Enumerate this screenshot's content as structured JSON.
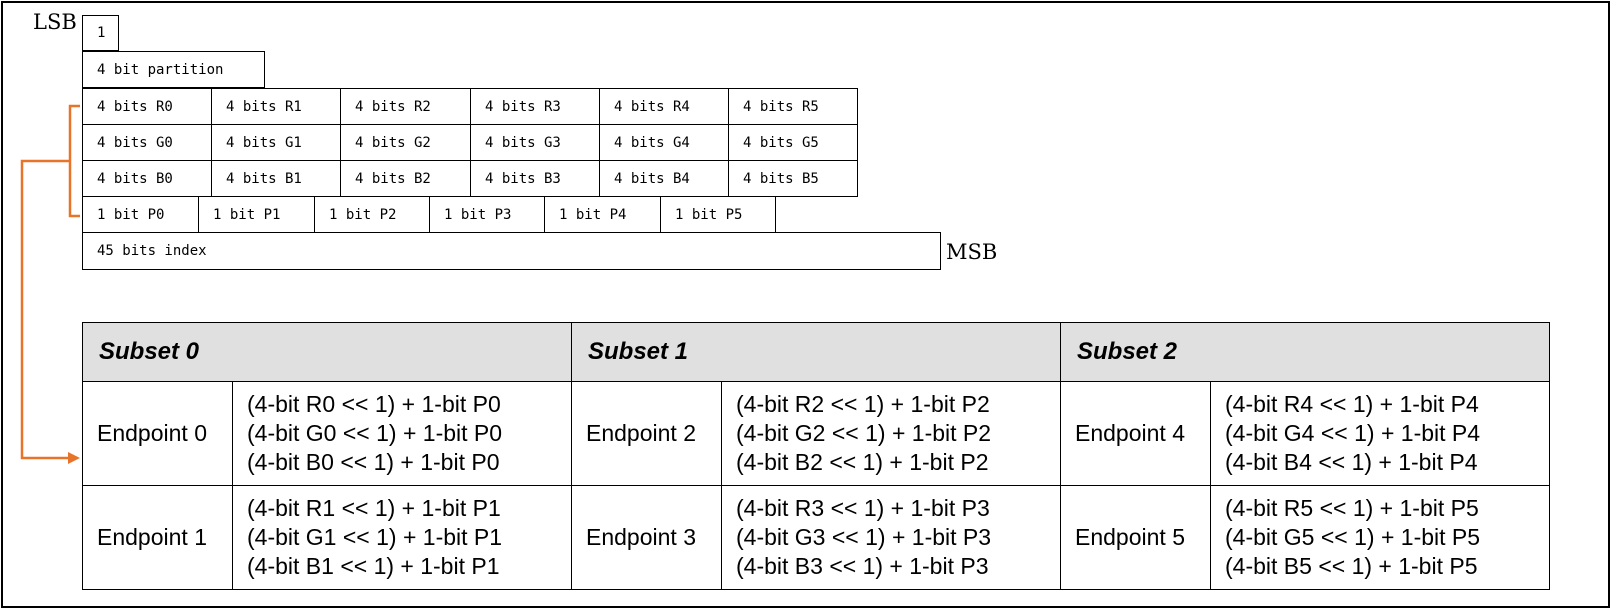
{
  "labels": {
    "lsb": "LSB",
    "msb": "MSB"
  },
  "rows": {
    "mode": [
      "1"
    ],
    "partition": [
      "4 bit partition"
    ],
    "red": [
      "4 bits R0",
      "4 bits R1",
      "4 bits R2",
      "4 bits R3",
      "4 bits R4",
      "4 bits R5"
    ],
    "green": [
      "4 bits G0",
      "4 bits G1",
      "4 bits G2",
      "4 bits G3",
      "4 bits G4",
      "4 bits G5"
    ],
    "blue": [
      "4 bits B0",
      "4 bits B1",
      "4 bits B2",
      "4 bits B3",
      "4 bits B4",
      "4 bits B5"
    ],
    "pbits": [
      "1 bit P0",
      "1 bit P1",
      "1 bit P2",
      "1 bit P3",
      "1 bit P4",
      "1 bit P5"
    ],
    "index": [
      "45 bits index"
    ]
  },
  "table": {
    "subsets": [
      {
        "title": "Subset 0",
        "endpoints": [
          {
            "name": "Endpoint 0",
            "formulas": [
              "(4-bit R0 << 1) + 1-bit P0",
              "(4-bit G0 << 1) + 1-bit P0",
              "(4-bit B0 << 1) + 1-bit P0"
            ]
          },
          {
            "name": "Endpoint 1",
            "formulas": [
              "(4-bit R1 << 1) + 1-bit P1",
              "(4-bit G1 << 1) + 1-bit P1",
              "(4-bit B1 << 1) + 1-bit P1"
            ]
          }
        ]
      },
      {
        "title": "Subset 1",
        "endpoints": [
          {
            "name": "Endpoint 2",
            "formulas": [
              "(4-bit R2 << 1) + 1-bit P2",
              "(4-bit G2 << 1) + 1-bit P2",
              "(4-bit B2 << 1) + 1-bit P2"
            ]
          },
          {
            "name": "Endpoint 3",
            "formulas": [
              "(4-bit R3 << 1) + 1-bit P3",
              "(4-bit G3 << 1) + 1-bit P3",
              "(4-bit B3 << 1) + 1-bit P3"
            ]
          }
        ]
      },
      {
        "title": "Subset 2",
        "endpoints": [
          {
            "name": "Endpoint 4",
            "formulas": [
              "(4-bit R4 << 1) + 1-bit P4",
              "(4-bit G4 << 1) + 1-bit P4",
              "(4-bit B4 << 1) + 1-bit P4"
            ]
          },
          {
            "name": "Endpoint 5",
            "formulas": [
              "(4-bit R5 << 1) + 1-bit P5",
              "(4-bit G5 << 1) + 1-bit P5",
              "(4-bit B5 << 1) + 1-bit P5"
            ]
          }
        ]
      }
    ]
  },
  "colors": {
    "arrow": "#e8742a",
    "header_bg": "#e0e0e0"
  }
}
